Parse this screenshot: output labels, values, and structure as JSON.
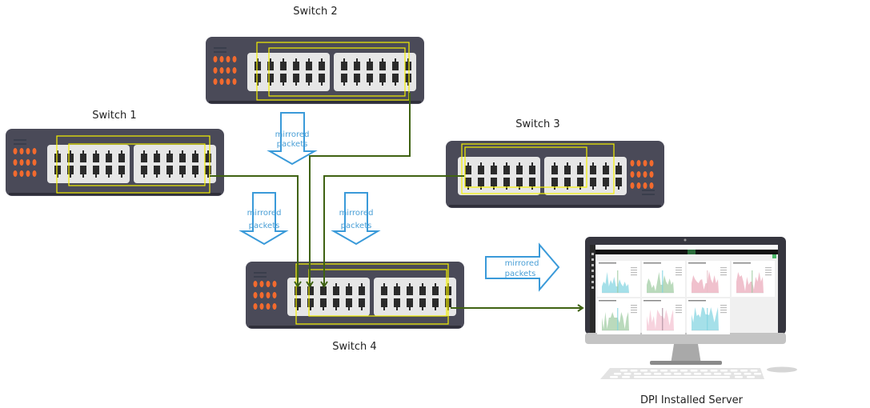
{
  "labels": {
    "switch1": "Switch 1",
    "switch2": "Switch 2",
    "switch3": "Switch 3",
    "switch4": "Switch 4",
    "server": "DPI Installed Server"
  },
  "arrows": {
    "mirror_line1": "mirrored",
    "mirror_line2": "packets"
  },
  "colors": {
    "switch_body": "#4a4a58",
    "port_panel": "#e6e6e6",
    "port": "#2b2b2b",
    "led": "#f26a2e",
    "mirror_loop": "#f5f000",
    "cable": "#3f6212",
    "arrow": "#3a9ad9",
    "monitor_frame": "#36363f",
    "monitor_stand": "#a9a9a9"
  }
}
